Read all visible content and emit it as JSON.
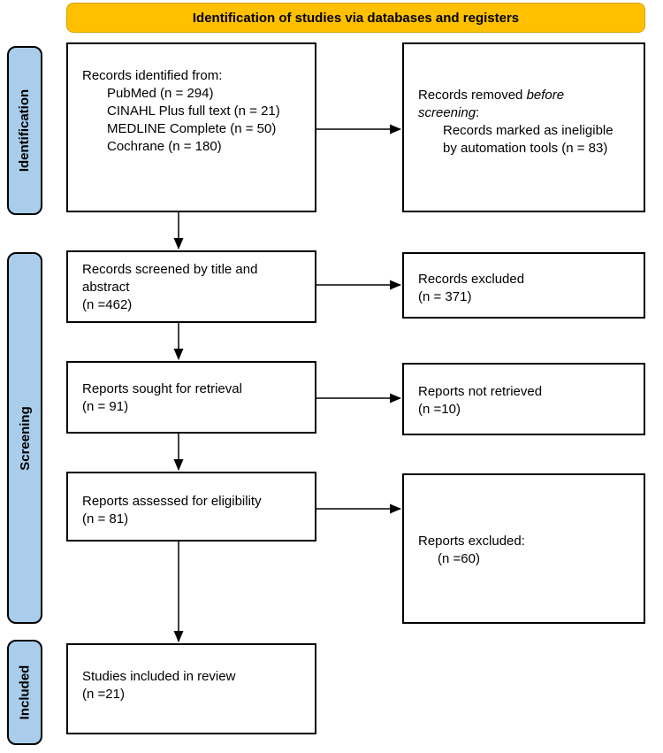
{
  "header": {
    "title": "Identification of studies via databases and registers"
  },
  "colors": {
    "banner_bg": "#FFC000",
    "banner_border": "#D6A300",
    "stage_bg": "#A9CDEB",
    "box_border": "#000000"
  },
  "stages": [
    {
      "label": "Identification"
    },
    {
      "label": "Screening"
    },
    {
      "label": "Included"
    }
  ],
  "boxes": {
    "records_identified": {
      "intro": "Records identified from:",
      "items": [
        "PubMed (n = 294)",
        "CINAHL Plus full text (n = 21)",
        "MEDLINE Complete (n = 50)",
        "Cochrane (n = 180)"
      ]
    },
    "records_removed": {
      "line1_pre": "Records removed ",
      "line1_italic": "before",
      "line2_italic": "screening",
      "line2_post": ":",
      "item_lines": [
        "Records marked as ineligible",
        "by automation tools (n = 83)"
      ]
    },
    "records_screened": {
      "lines": [
        "Records screened by title and",
        "abstract",
        "(n =462)"
      ]
    },
    "records_excluded": {
      "lines": [
        "Records excluded",
        "(n = 371)"
      ]
    },
    "reports_sought": {
      "lines": [
        "Reports sought for retrieval",
        "(n = 91)"
      ]
    },
    "reports_not_retrieved": {
      "lines": [
        "Reports not retrieved",
        "(n =10)"
      ]
    },
    "reports_assessed": {
      "lines": [
        "Reports assessed for eligibility",
        "(n = 81)"
      ]
    },
    "reports_excluded": {
      "intro": "Reports excluded:",
      "count": "(n =60)"
    },
    "studies_included": {
      "lines": [
        "Studies included in review",
        "(n =21)"
      ]
    }
  }
}
